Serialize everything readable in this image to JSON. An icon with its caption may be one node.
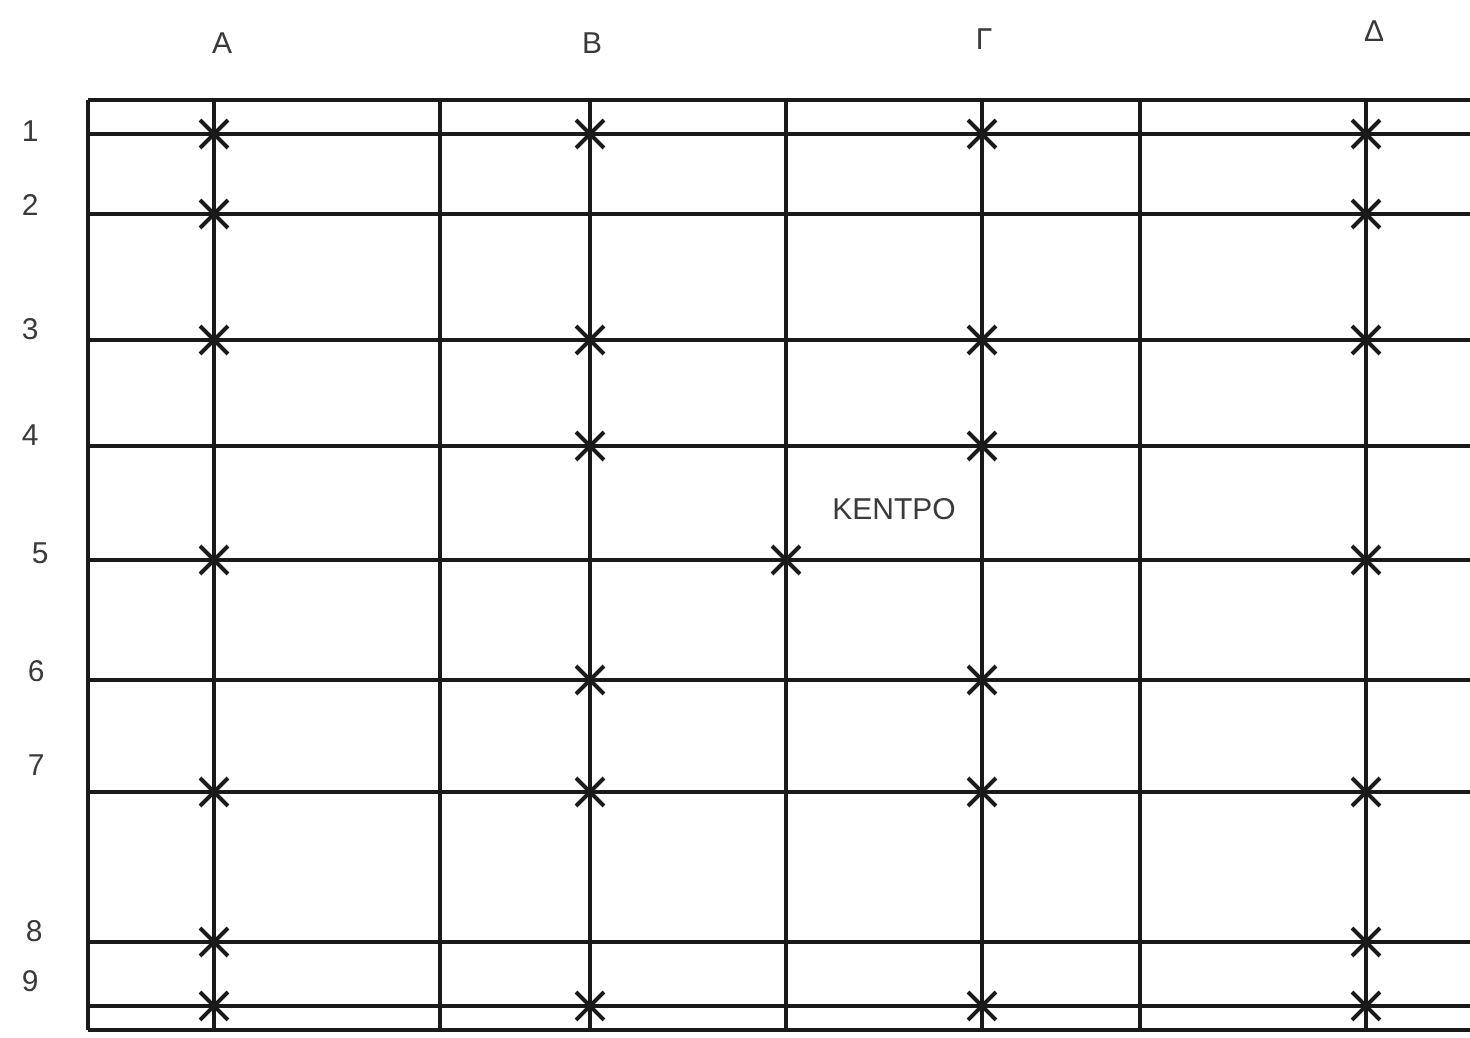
{
  "diagram": {
    "labels": [
      "Α",
      "Β",
      "Γ",
      "Δ",
      "1",
      "2",
      "3",
      "4",
      "ΚΕΝΤΡΟ",
      "5",
      "6",
      "7",
      "8",
      "9"
    ]
  }
}
